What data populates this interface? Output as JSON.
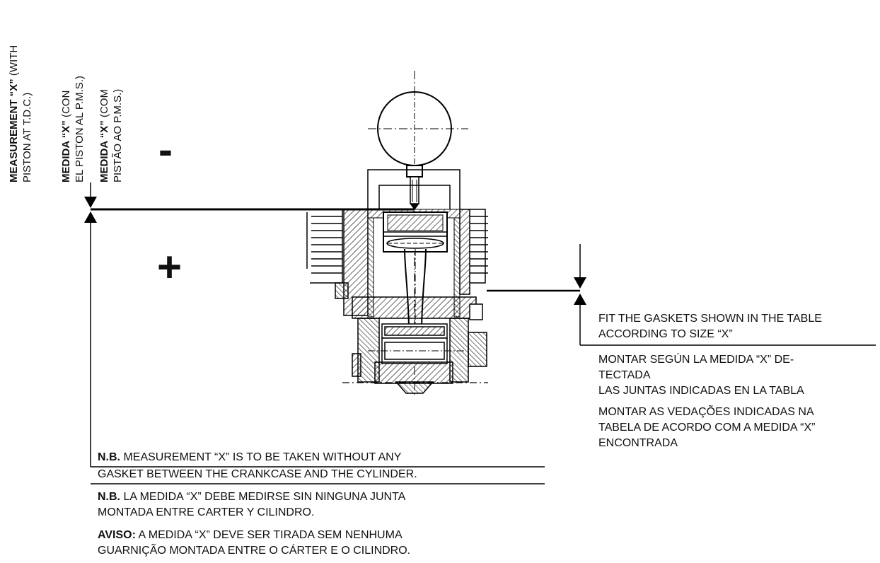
{
  "vertical_labels": [
    {
      "bold": "MEASUREMENT “X”",
      "rest": " (WITH",
      "line2": "PISTON AT T.D.C.)"
    },
    {
      "bold": "MEDIDA “X”",
      "rest": " (CON",
      "line2": "EL PISTON AL P.M.S.)"
    },
    {
      "bold": "MEDIDA “X”",
      "rest": " (COM",
      "line2": "PISTÃO AO P.M.S.)"
    }
  ],
  "signs": {
    "minus": "-",
    "plus": "+"
  },
  "right_notes": {
    "english_line1": "FIT THE GASKETS SHOWN IN THE TABLE",
    "english_line2": "ACCORDING TO SIZE “X”",
    "spanish_line1": "MONTAR SEGÚN LA MEDIDA “X” DE-",
    "spanish_line2": "TECTADA",
    "spanish_line3": "LAS JUNTAS INDICADAS EN LA TABLA",
    "portuguese_line1": "MONTAR AS VEDAÇÕES INDICADAS NA",
    "portuguese_line2": "TABELA DE ACORDO COM A MEDIDA “X”",
    "portuguese_line3": "ENCONTRADA"
  },
  "bottom_notes": {
    "english_bold": "N.B.",
    "english_line1": " MEASUREMENT “X” IS TO BE TAKEN WITHOUT ANY",
    "english_line2": "GASKET BETWEEN THE CRANKCASE AND THE CYLINDER.",
    "spanish_bold": "N.B.",
    "spanish_line1": " LA MEDIDA “X” DEBE MEDIRSE SIN NINGUNA JUNTA",
    "spanish_line2": "MONTADA ENTRE CARTER Y CILINDRO.",
    "portuguese_bold": "AVISO:",
    "portuguese_line1": " A MEDIDA “X” DEVE SER TIRADA SEM NENHUMA",
    "portuguese_line2": "GUARNIÇÃO MONTADA ENTRE O CÁRTER E O CILINDRO."
  }
}
